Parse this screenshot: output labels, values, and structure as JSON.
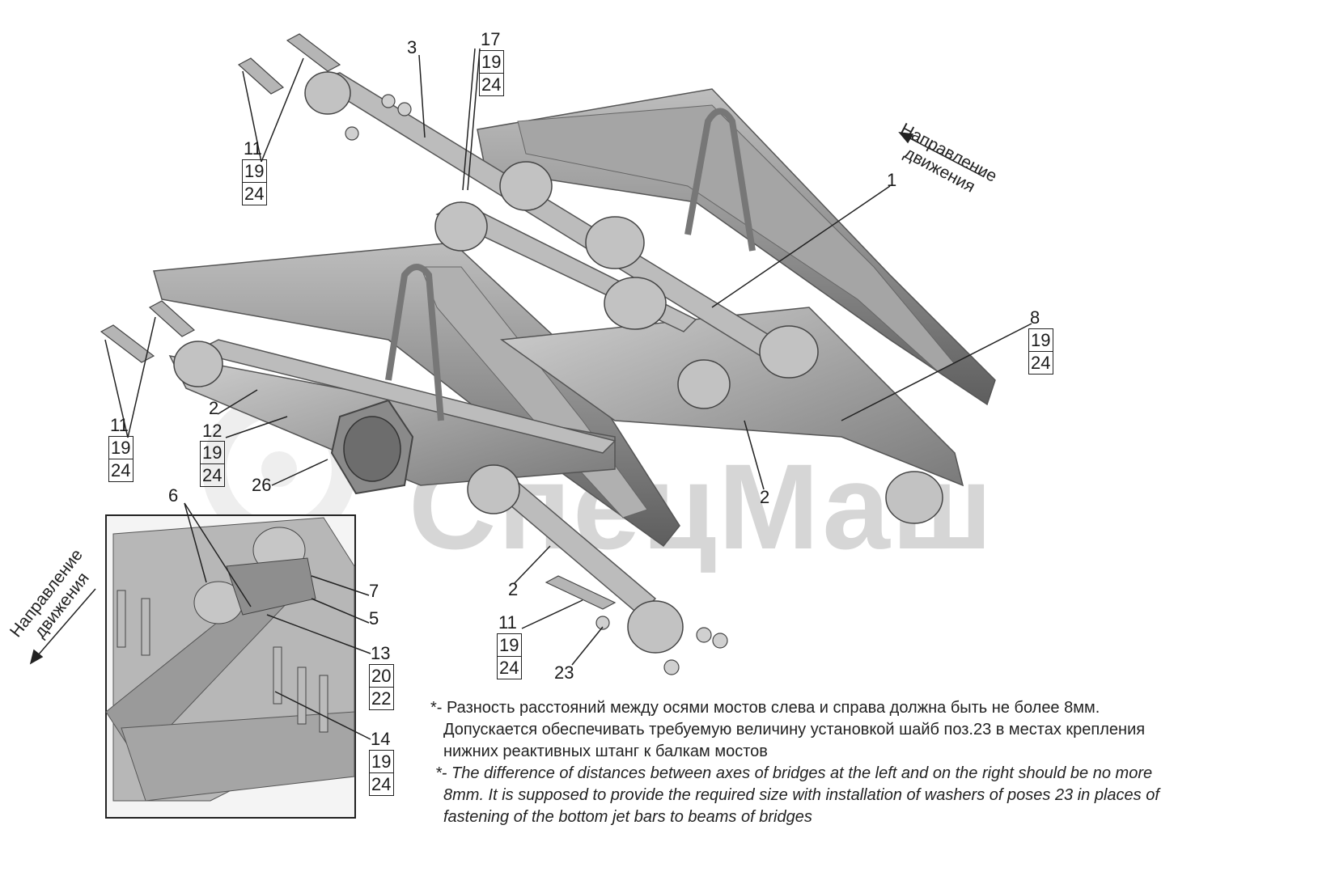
{
  "watermark": "СпецМаш",
  "direction_label": {
    "line1": "Направление",
    "line2": "движения"
  },
  "callouts": {
    "c1": "1",
    "c2a": "2",
    "c2b": "2",
    "c2c": "2",
    "c3": "3",
    "c5": "5",
    "c6": "6",
    "c7": "7",
    "c12": "12",
    "c23": "23",
    "c26": "26"
  },
  "stacks": {
    "s17": [
      "17",
      "19",
      "24"
    ],
    "s11_top": [
      "11",
      "19",
      "24"
    ],
    "s11_left": [
      "11",
      "19",
      "24"
    ],
    "s12": [
      "19",
      "24"
    ],
    "s8": [
      "8",
      "19",
      "24"
    ],
    "s11_bottom": [
      "11",
      "19",
      "24"
    ],
    "s13": [
      "13",
      "20",
      "22"
    ],
    "s14": [
      "14",
      "19",
      "24"
    ]
  },
  "notes": {
    "ru1": "*-  Разность расстояний между осями мостов слева и справа должна быть не более 8мм.",
    "ru2": "Допускается обеспечивать требуемую величину установкой шайб поз.23  в местах крепления",
    "ru3": "нижних реактивных штанг к балкам  мостов",
    "en1": "*- The difference of distances between axes of bridges at the left and on the right should be no more",
    "en2": "8mm. It is supposed to provide the required size with installation of washers of poses 23 in places of",
    "en3": "fastening of the bottom jet bars to beams of bridges"
  }
}
